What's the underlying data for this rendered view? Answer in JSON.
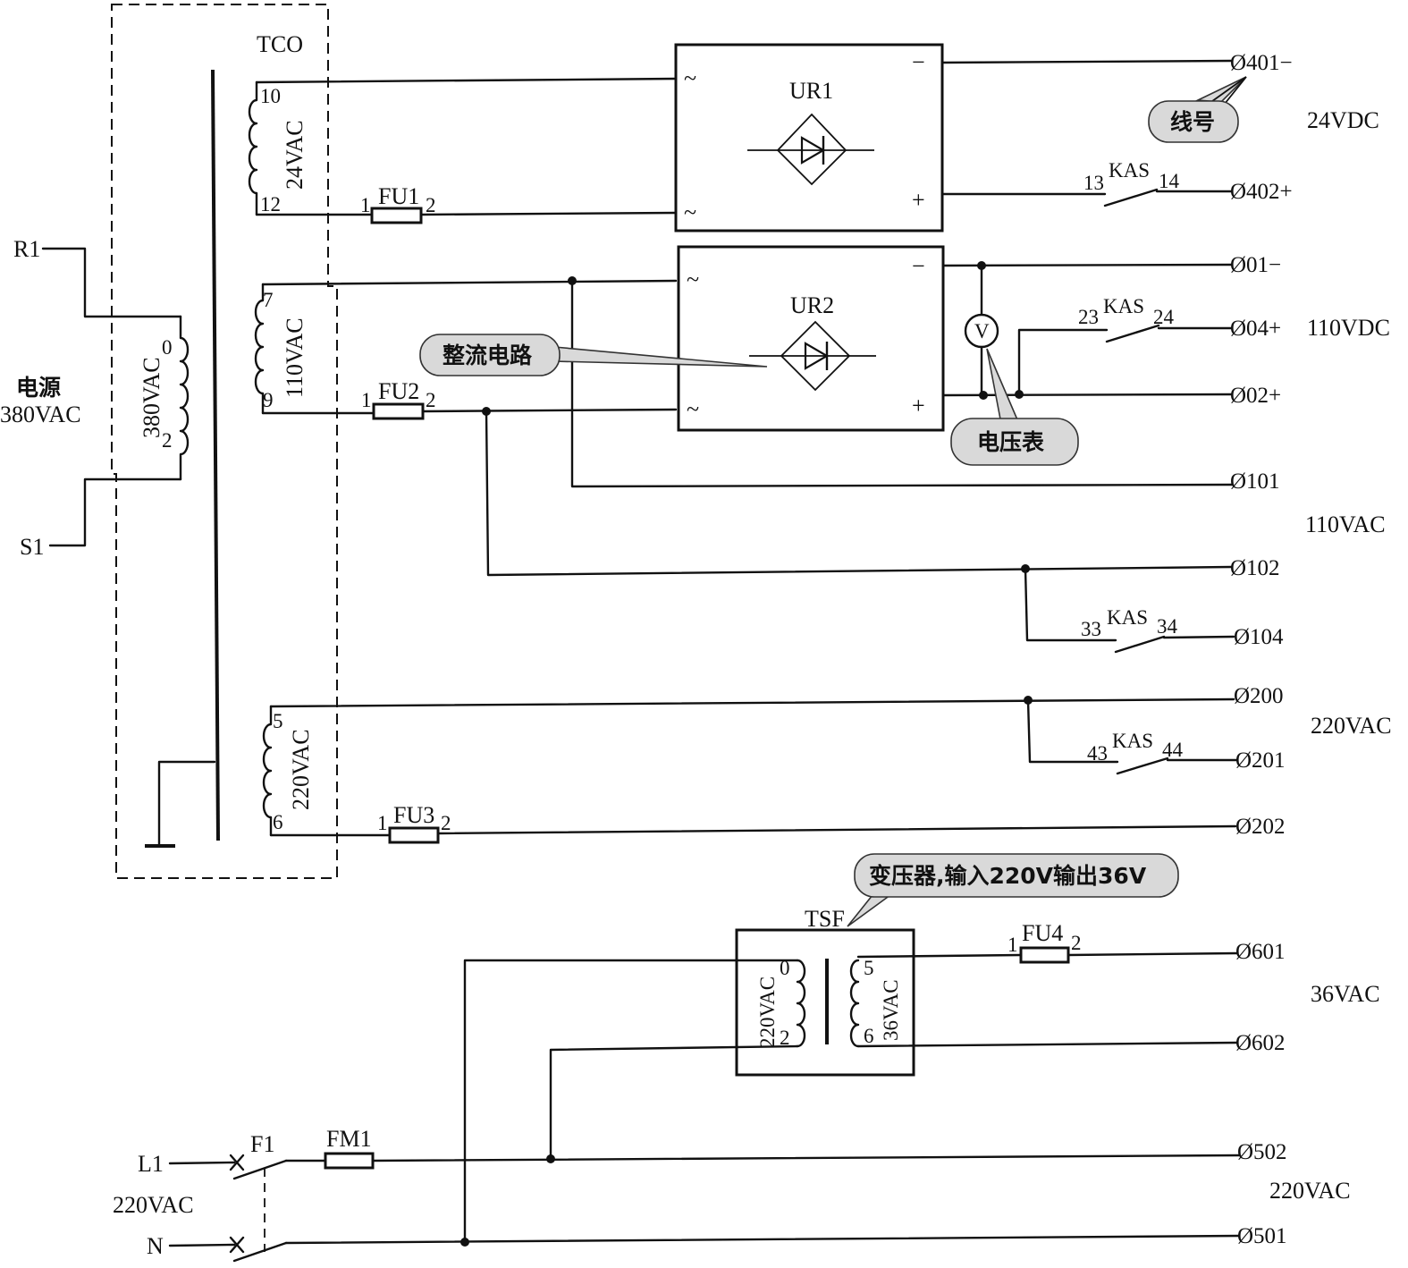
{
  "transformer_main": {
    "name": "TCO",
    "primary_voltage": "380VAC",
    "primary_pins": [
      "0",
      "2"
    ],
    "windings": [
      {
        "pins": [
          "10",
          "12"
        ],
        "voltage": "24VAC"
      },
      {
        "pins": [
          "7",
          "9"
        ],
        "voltage": "110VAC"
      },
      {
        "pins": [
          "5",
          "6"
        ],
        "voltage": "220VAC"
      }
    ]
  },
  "power_source": {
    "line_r": "R1",
    "line_s": "S1",
    "title": "电源",
    "voltage": "380VAC"
  },
  "fuses": {
    "fu1": "FU1",
    "fu2": "FU2",
    "fu3": "FU3",
    "fu4": "FU4",
    "fm1": "FM1",
    "pin_1": "1",
    "pin_2": "2"
  },
  "rectifiers": {
    "ur1": "UR1",
    "ur2": "UR2",
    "ac_symbol": "~",
    "minus": "−",
    "plus": "+"
  },
  "contacts": [
    {
      "left": "13",
      "name": "KAS",
      "right": "14"
    },
    {
      "left": "23",
      "name": "KAS",
      "right": "24"
    },
    {
      "left": "33",
      "name": "KAS",
      "right": "34"
    },
    {
      "left": "43",
      "name": "KAS",
      "right": "44"
    }
  ],
  "voltmeter": "V",
  "terminals": {
    "t401": "Ø401−",
    "t402": "Ø402+",
    "t01": "Ø01−",
    "t04": "Ø04+",
    "t02": "Ø02+",
    "t101": "Ø101",
    "t102": "Ø102",
    "t104": "Ø104",
    "t200": "Ø200",
    "t201": "Ø201",
    "t202": "Ø202",
    "t601": "Ø601",
    "t602": "Ø602",
    "t502": "Ø502",
    "t501": "Ø501"
  },
  "voltage_labels": {
    "v24dc": "24VDC",
    "v110dc": "110VDC",
    "v110ac": "110VAC",
    "v220ac": "220VAC",
    "v36ac": "36VAC",
    "v220ac_bottom": "220VAC"
  },
  "transformer_small": {
    "name": "TSF",
    "primary_voltage": "220VAC",
    "secondary_voltage": "36VAC",
    "primary_pins": [
      "0",
      "2"
    ],
    "secondary_pins": [
      "5",
      "6"
    ]
  },
  "input": {
    "line": "L1",
    "neutral": "N",
    "breaker": "F1",
    "voltage": "220VAC"
  },
  "callouts": {
    "wire_number": "线号",
    "rectifier_circuit": "整流电路",
    "voltmeter": "电压表",
    "transformer_note": "变压器,输入220V输出36V"
  }
}
